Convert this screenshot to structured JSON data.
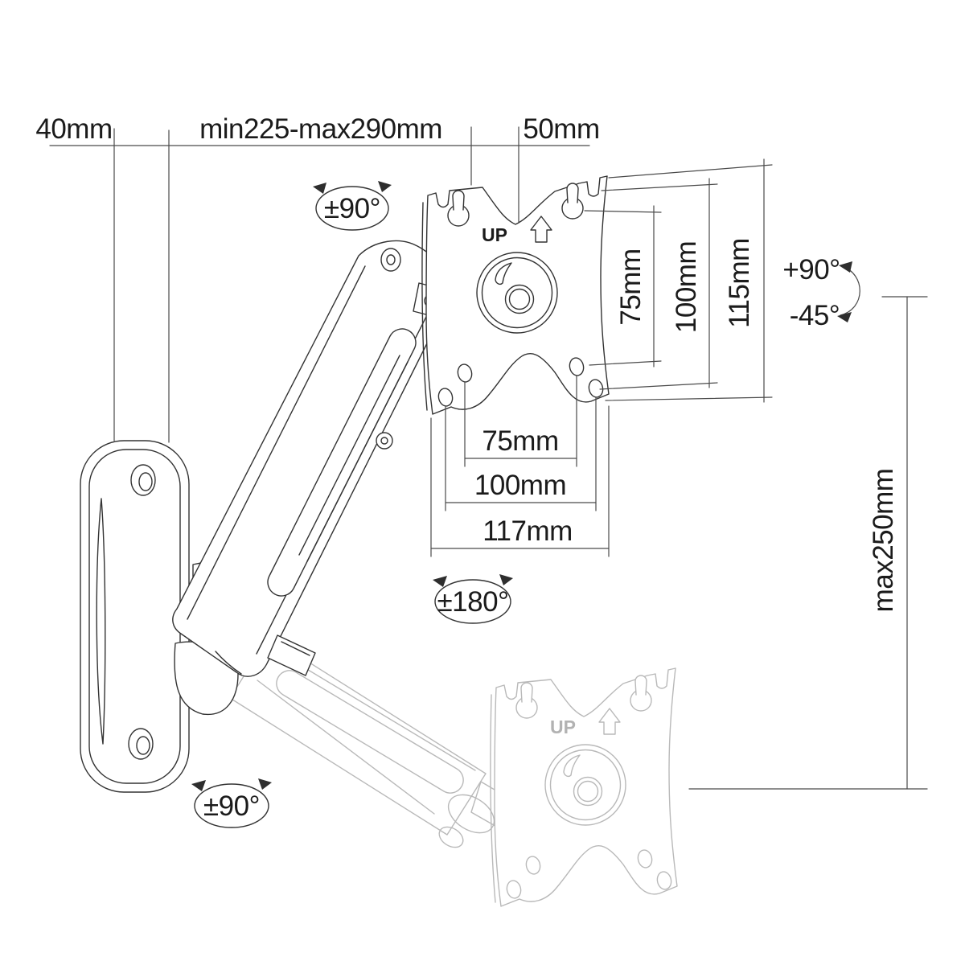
{
  "colors": {
    "background": "#ffffff",
    "part_line": "#333333",
    "dim_line": "#4a4a4a",
    "text": "#1b1b1b",
    "ghost_line": "#b9b9b9"
  },
  "top_dims": {
    "wall_depth": "40mm",
    "arm_reach": "min225-max290mm",
    "plate_offset": "50mm"
  },
  "side_dims": {
    "vesa_75": "75mm",
    "vesa_100": "100mm",
    "plate_height": "115mm",
    "vertical_travel": "max250mm"
  },
  "tilt": {
    "up": "+90°",
    "down": "-45°"
  },
  "bottom_dims": {
    "vesa_75": "75mm",
    "vesa_100": "100mm",
    "plate_width": "117mm"
  },
  "rotations": {
    "arm_top_swivel": "±90°",
    "plate_rotation": "±180°",
    "wall_swivel": "±90°"
  },
  "plate": {
    "up_label": "UP"
  },
  "ghost_plate": {
    "up_label": "UP"
  }
}
